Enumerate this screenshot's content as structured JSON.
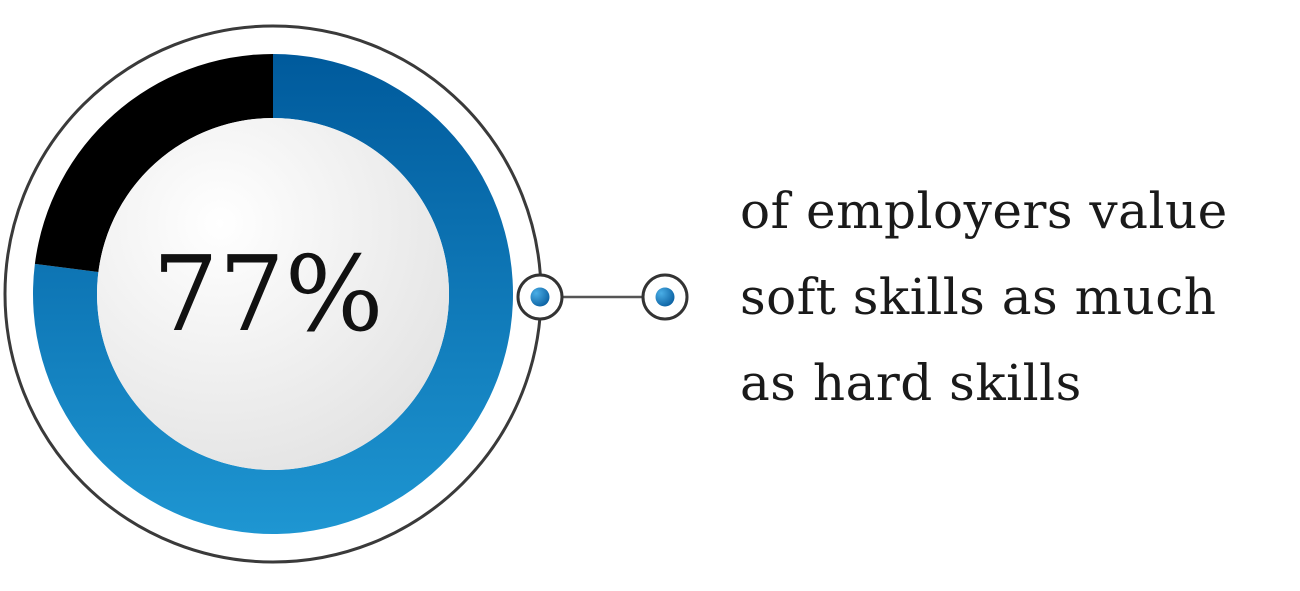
{
  "chart_data": {
    "type": "pie",
    "value_percent": 77,
    "label": "77%",
    "segments": [
      {
        "value": 77,
        "color": "#0a6db3"
      },
      {
        "value": 23,
        "color": "#000000"
      }
    ]
  },
  "caption": {
    "lines": [
      "of employers value",
      "soft skills as much",
      "as hard skills"
    ]
  },
  "colors": {
    "accent_dark": "#005a9c",
    "accent_light": "#1e96d2",
    "remainder": "#000000",
    "ring_outline": "#3a3a3a",
    "center_light": "#ffffff",
    "center_shade": "#e2e2e2"
  }
}
